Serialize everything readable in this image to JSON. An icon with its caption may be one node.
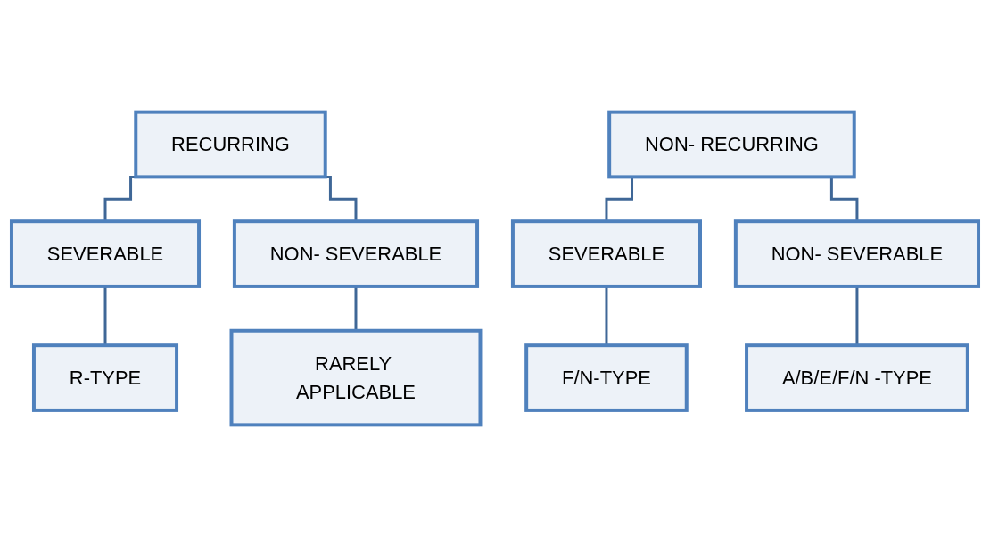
{
  "diagram": {
    "nodes": [
      {
        "text": [
          "RECURRING"
        ]
      },
      {
        "text": [
          "SEVERABLE"
        ]
      },
      {
        "text": [
          "NON- SEVERABLE"
        ]
      },
      {
        "text": [
          "R-TYPE"
        ]
      },
      {
        "text": [
          "RARELY APPLICABLE"
        ]
      },
      {
        "text": [
          "NON- RECURRING"
        ]
      },
      {
        "text": [
          "SEVERABLE"
        ]
      },
      {
        "text": [
          "NON- SEVERABLE"
        ]
      },
      {
        "text": [
          "F/N-TYPE"
        ]
      },
      {
        "text": [
          "A/B/E/F/N -TYPE"
        ]
      }
    ],
    "edges": [
      {
        "from": 0,
        "to": 1,
        "arrow": "none"
      },
      {
        "from": 0,
        "to": 2,
        "arrow": "none"
      },
      {
        "from": 1,
        "to": 3,
        "arrow": "none"
      },
      {
        "from": 2,
        "to": 4,
        "arrow": "none"
      },
      {
        "from": 5,
        "to": 6,
        "arrow": "none"
      },
      {
        "from": 5,
        "to": 7,
        "arrow": "none"
      },
      {
        "from": 6,
        "to": 8,
        "arrow": "none"
      },
      {
        "from": 7,
        "to": 9,
        "arrow": "none"
      }
    ]
  }
}
